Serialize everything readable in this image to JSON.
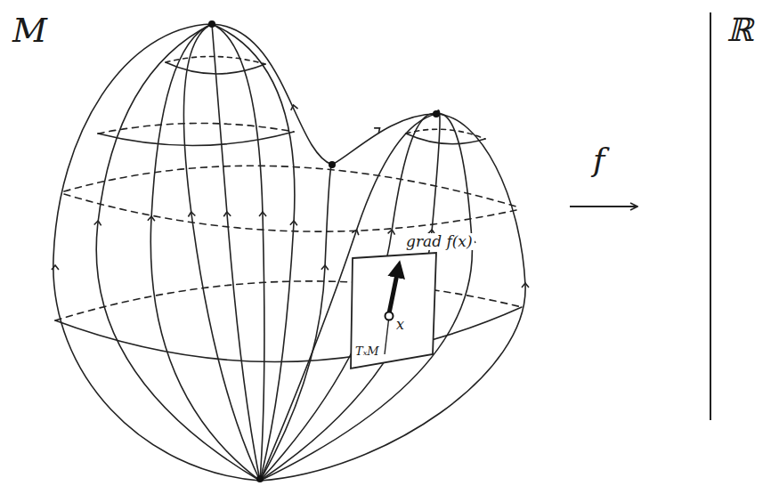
{
  "diagram": {
    "labels": [
      "M",
      "grad f(x)",
      "TₓM",
      "x",
      "f",
      "ℝ"
    ]
  }
}
